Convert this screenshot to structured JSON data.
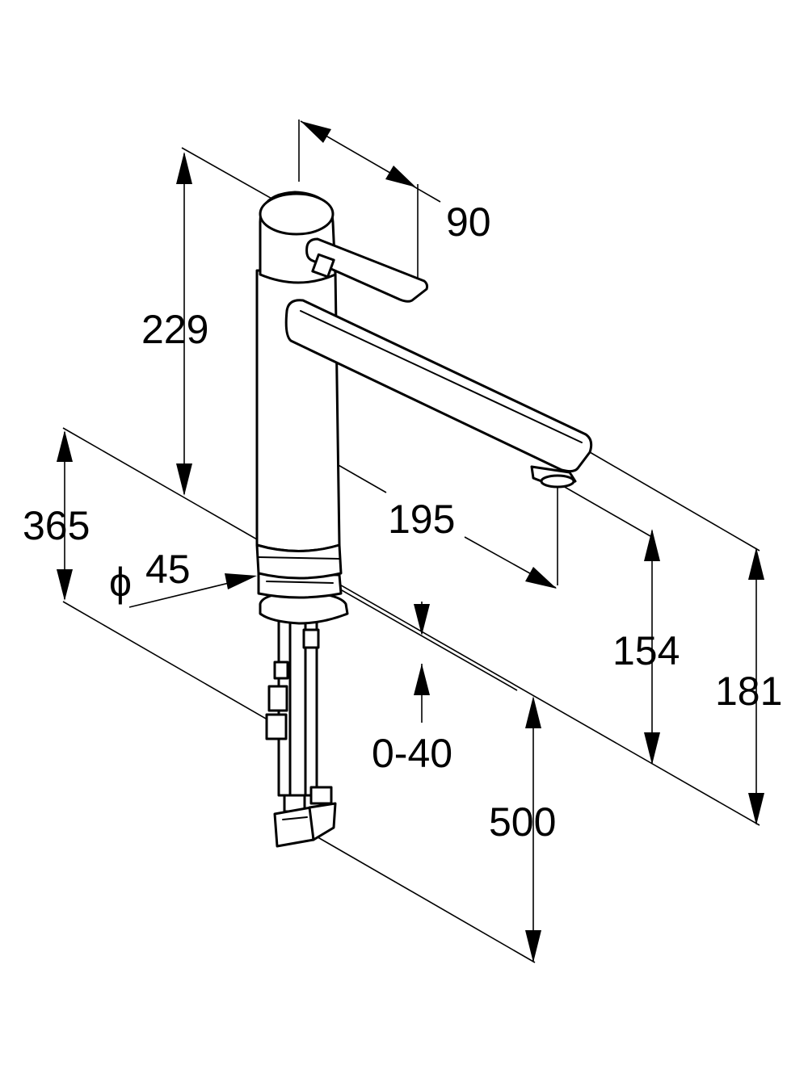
{
  "dimensions": {
    "lever_length": "90",
    "height_229": "229",
    "height_365": "365",
    "diameter_symbol": "ϕ",
    "diameter_value": "45",
    "reach_195": "195",
    "spout_height_154": "154",
    "height_181": "181",
    "thickness_range": "0-40",
    "hose_length": "500"
  },
  "colors": {
    "line": "#000000",
    "background": "#ffffff"
  }
}
